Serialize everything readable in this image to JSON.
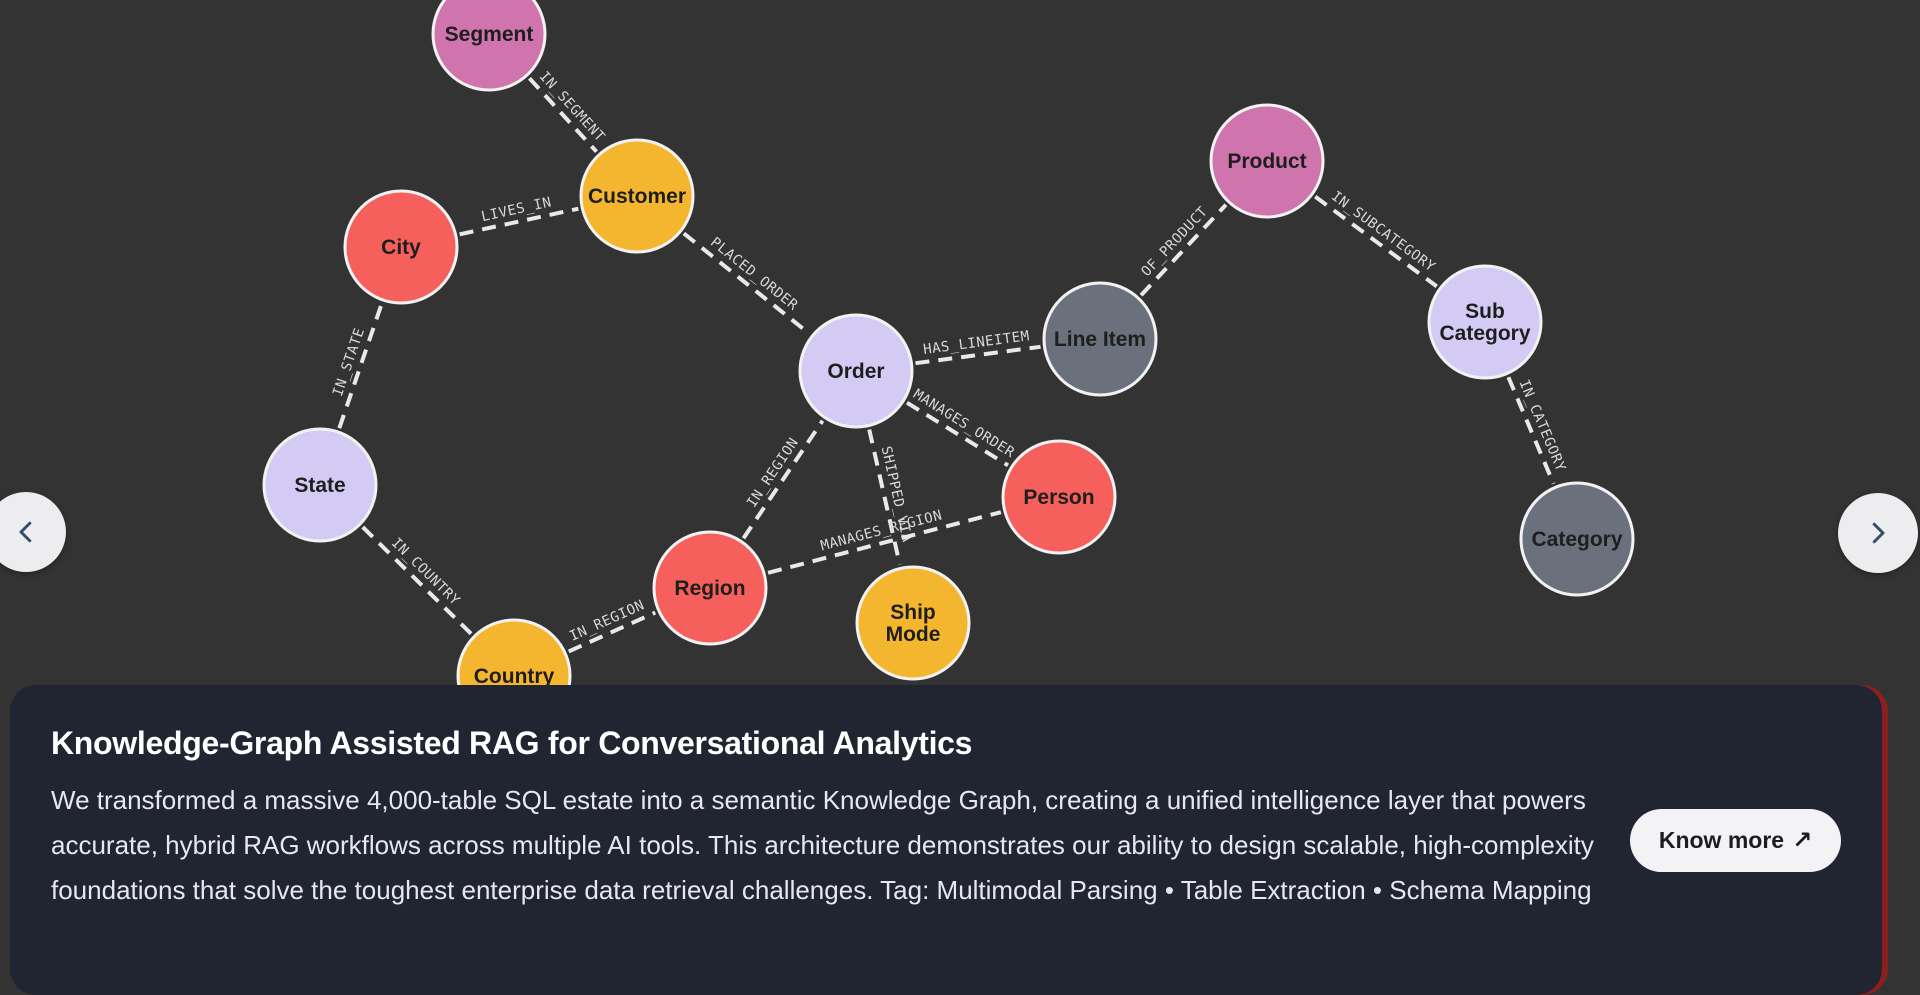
{
  "graph": {
    "nodes": [
      {
        "id": "segment",
        "label": "Segment",
        "color": "#cf74ac"
      },
      {
        "id": "customer",
        "label": "Customer",
        "color": "#f5b62f"
      },
      {
        "id": "city",
        "label": "City",
        "color": "#f5605c"
      },
      {
        "id": "state",
        "label": "State",
        "color": "#d4cbf5"
      },
      {
        "id": "country",
        "label": "Country",
        "color": "#f5b62f"
      },
      {
        "id": "order",
        "label": "Order",
        "color": "#d4cbf5"
      },
      {
        "id": "region",
        "label": "Region",
        "color": "#f5605c"
      },
      {
        "id": "shipmode",
        "label": "Ship\nMode",
        "color": "#f5b62f"
      },
      {
        "id": "person",
        "label": "Person",
        "color": "#f5605c"
      },
      {
        "id": "lineitem",
        "label": "Line Item",
        "color": "#6b717c"
      },
      {
        "id": "product",
        "label": "Product",
        "color": "#cf74ac"
      },
      {
        "id": "subcategory",
        "label": "Sub\nCategory",
        "color": "#d4cbf5"
      },
      {
        "id": "category",
        "label": "Category",
        "color": "#6b717c"
      }
    ],
    "edges": [
      {
        "from": "segment",
        "to": "customer",
        "label": "IN_SEGMENT"
      },
      {
        "from": "city",
        "to": "customer",
        "label": "LIVES_IN"
      },
      {
        "from": "state",
        "to": "city",
        "label": "IN_STATE"
      },
      {
        "from": "state",
        "to": "country",
        "label": "IN_COUNTRY"
      },
      {
        "from": "customer",
        "to": "order",
        "label": "PLACED_ORDER"
      },
      {
        "from": "order",
        "to": "lineitem",
        "label": "HAS_LINEITEM"
      },
      {
        "from": "order",
        "to": "person",
        "label": "MANAGES_ORDER"
      },
      {
        "from": "region",
        "to": "order",
        "label": "IN_REGION"
      },
      {
        "from": "order",
        "to": "shipmode",
        "label": "SHIPPED_VIA"
      },
      {
        "from": "region",
        "to": "person",
        "label": "MANAGES_REGION"
      },
      {
        "from": "country",
        "to": "region",
        "label": "IN_REGION"
      },
      {
        "from": "lineitem",
        "to": "product",
        "label": "OF_PRODUCT"
      },
      {
        "from": "product",
        "to": "subcategory",
        "label": "IN_SUBCATEGORY"
      },
      {
        "from": "subcategory",
        "to": "category",
        "label": "IN_CATEGORY"
      }
    ]
  },
  "nav": {
    "prev_icon": "chevron-left-icon",
    "next_icon": "chevron-right-icon"
  },
  "card": {
    "title": "Knowledge-Graph Assisted RAG for Conversational Analytics",
    "description": "We transformed a massive 4,000-table SQL estate into a semantic Knowledge Graph, creating a unified intelligence layer that powers accurate, hybrid RAG workflows across multiple AI tools. This architecture demonstrates our ability to design scalable, high-complexity foundations that solve the toughest enterprise data retrieval challenges. Tag: Multimodal Parsing • Table Extraction • Schema Mapping",
    "button_label": "Know more",
    "button_icon": "arrow-up-right-icon",
    "button_arrow": "↗"
  }
}
